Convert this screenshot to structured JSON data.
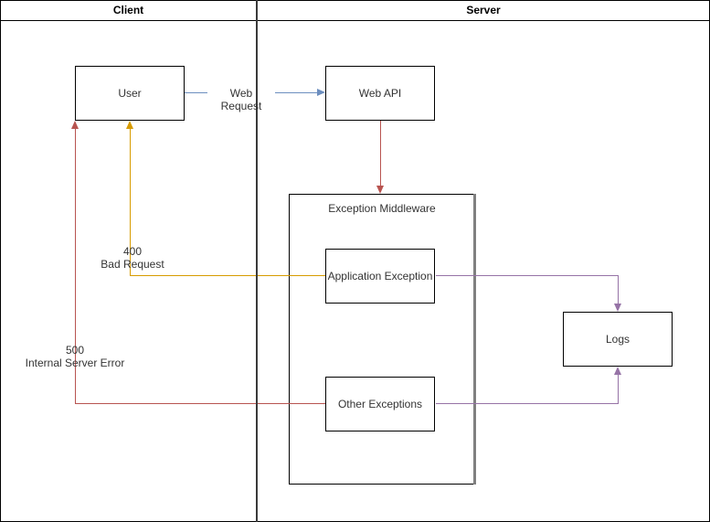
{
  "lanes": {
    "client": {
      "label": "Client"
    },
    "server": {
      "label": "Server"
    }
  },
  "nodes": {
    "user": {
      "label": "User"
    },
    "web_api": {
      "label": "Web API"
    },
    "exception_middleware": {
      "label": "Exception Middleware"
    },
    "application_exception": {
      "label": "Application Exception"
    },
    "other_exceptions": {
      "label": "Other Exceptions"
    },
    "logs": {
      "label": "Logs"
    }
  },
  "edges": {
    "web_request": {
      "label": "Web Request",
      "color": "#6c8ebf"
    },
    "api_to_middleware": {
      "color": "#b85450"
    },
    "bad_request": {
      "code": "400",
      "label": "Bad Request",
      "color": "#d79b00"
    },
    "internal_server_error": {
      "code": "500",
      "label": "Internal Server Error",
      "color": "#b85450"
    },
    "application_exception_to_logs": {
      "color": "#9673a6"
    },
    "other_exceptions_to_logs": {
      "color": "#9673a6"
    }
  },
  "colors": {
    "lane_divider": "#3a3a3a",
    "container_shadow": "#808080",
    "node_border": "#000000",
    "background": "#ffffff"
  }
}
